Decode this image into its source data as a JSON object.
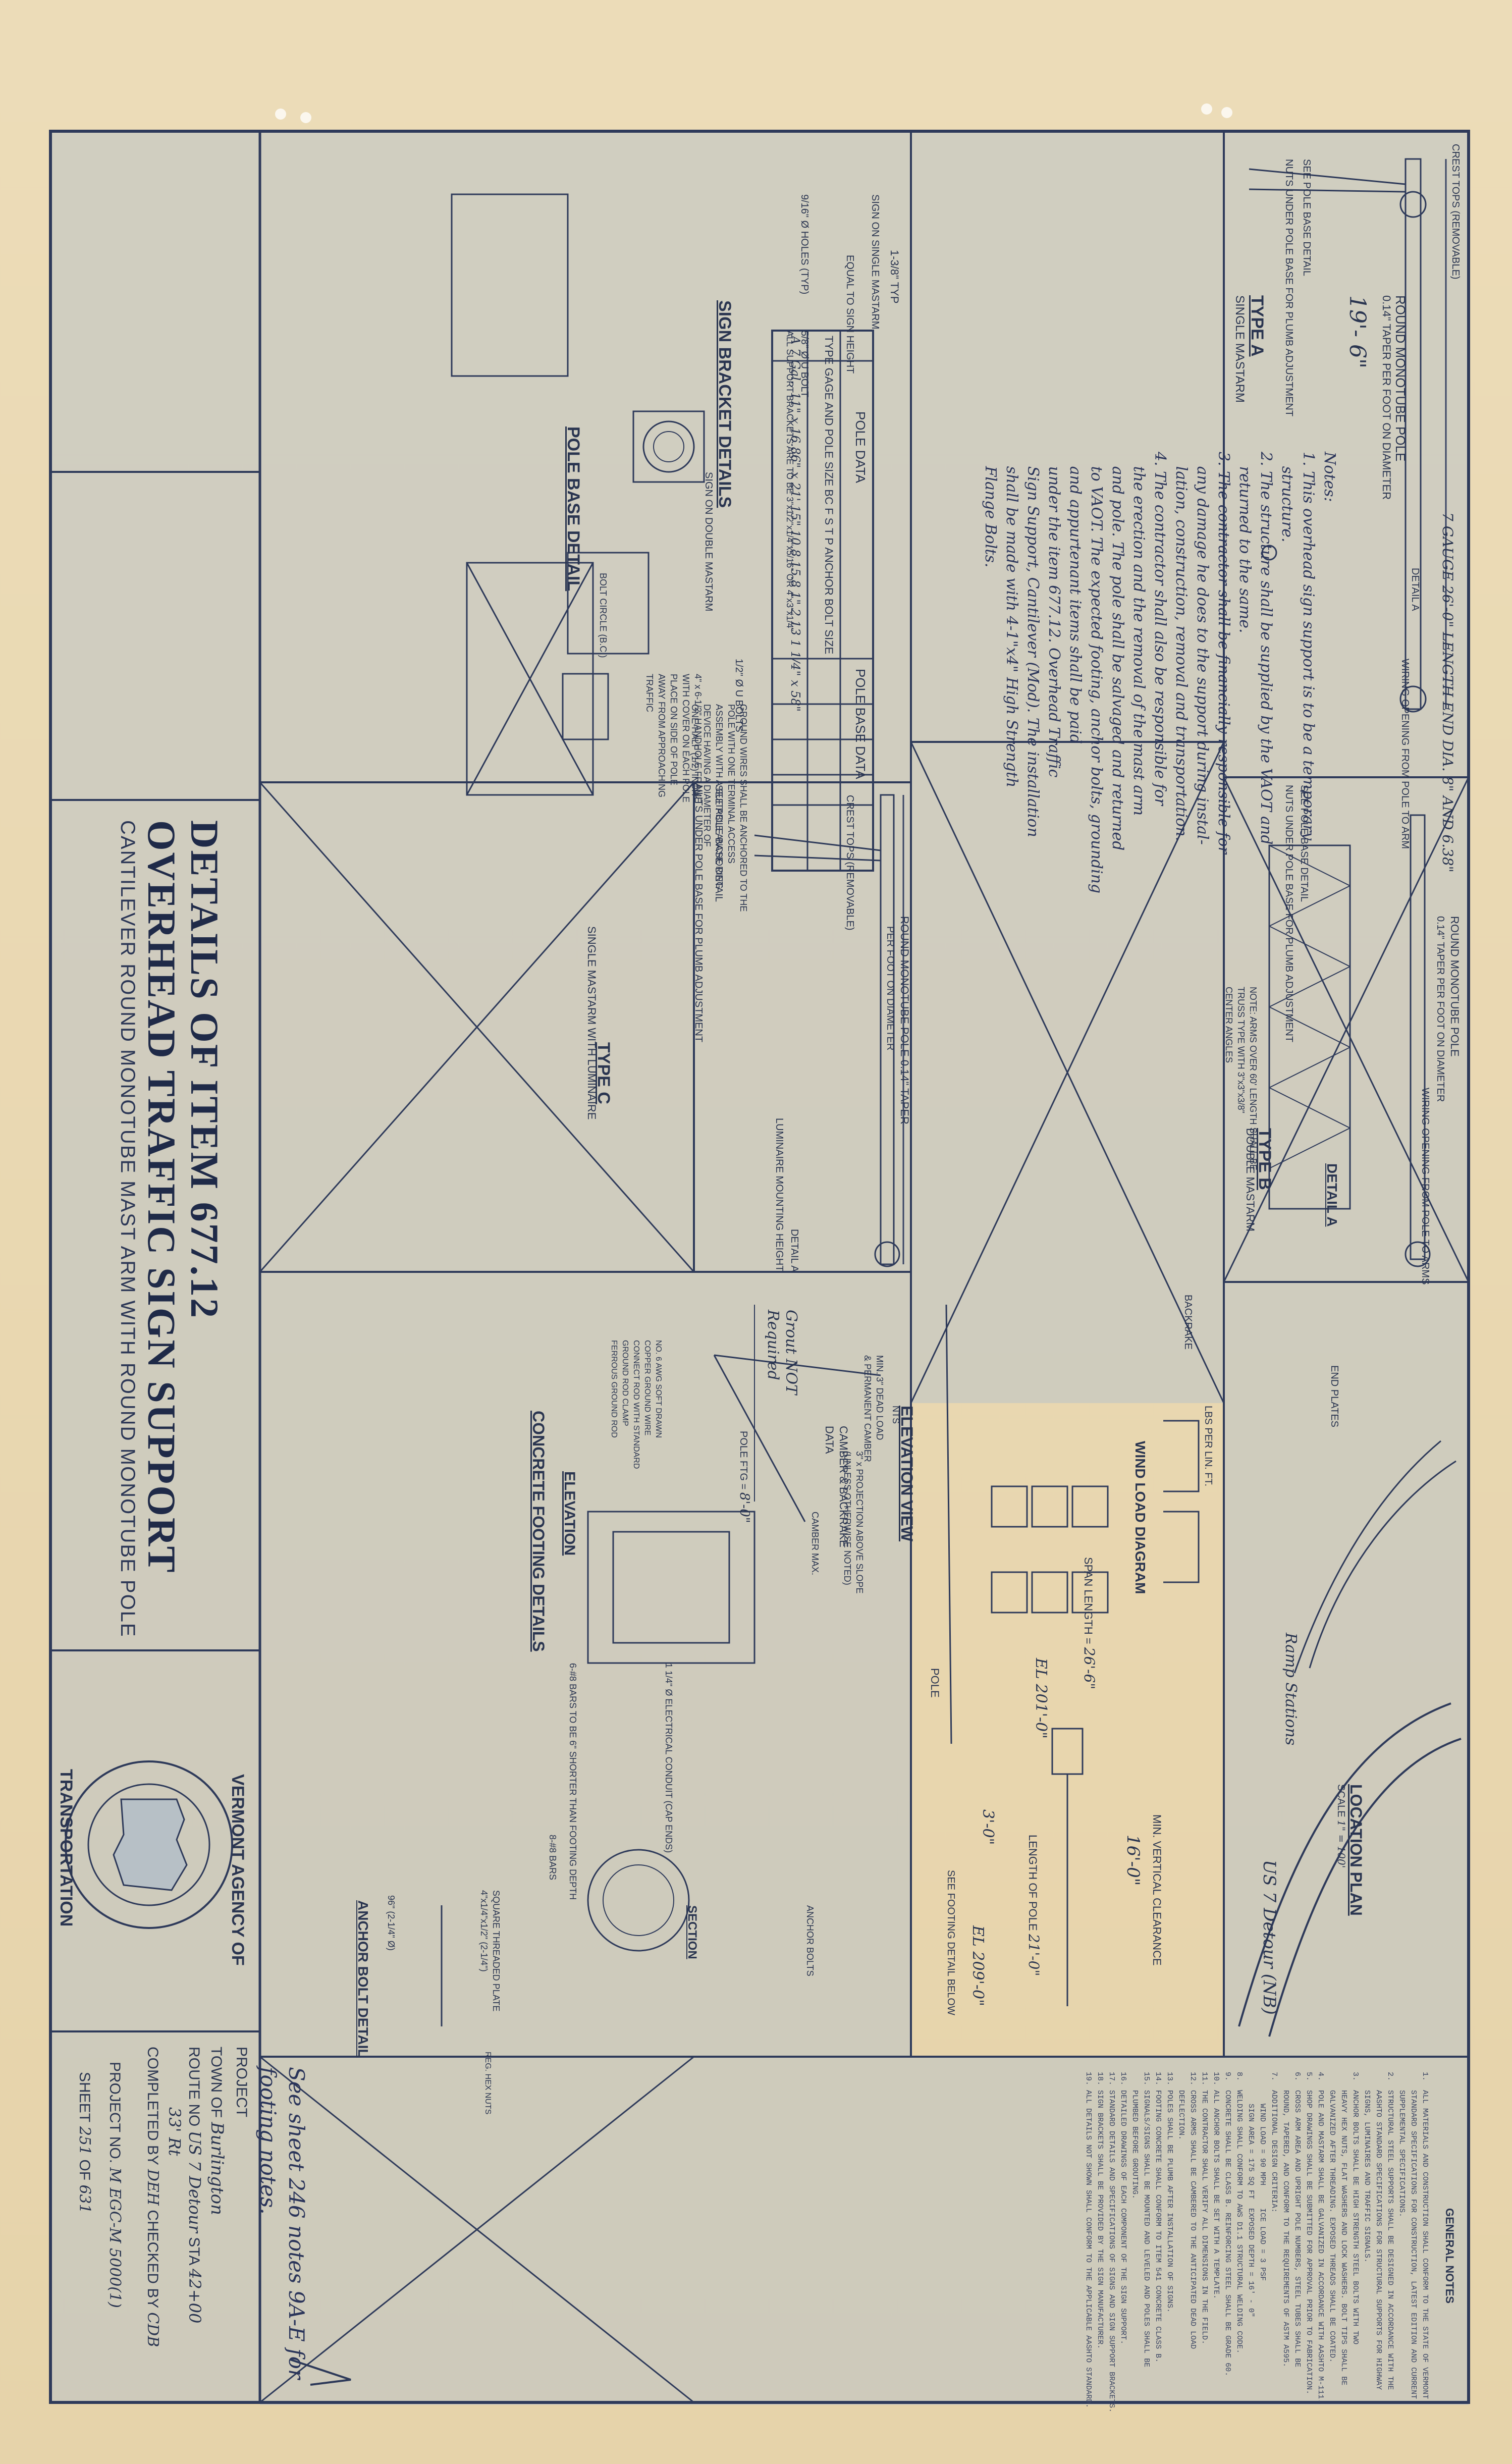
{
  "title": {
    "line1": "DETAILS OF ITEM 677.12",
    "line2": "OVERHEAD TRAFFIC SIGN SUPPORT",
    "subtitle": "CANTILEVER ROUND MONOTUBE MAST ARM WITH ROUND MONOTUBE POLE"
  },
  "seal": {
    "top": "VERMONT AGENCY OF",
    "bottom": "TRANSPORTATION"
  },
  "titleblock": {
    "project_label": "PROJECT",
    "town_label": "TOWN OF",
    "town_value": "Burlington",
    "route_label": "ROUTE NO",
    "route_value": "US 7 Detour",
    "sta_label": "STA",
    "sta_value": "42+00",
    "offset_value": "33' Rt",
    "completed_label": "COMPLETED BY",
    "completed_value": "DEH",
    "checked_label": "CHECKED BY",
    "checked_value": "CDB",
    "project_no_label": "PROJECT NO.",
    "project_no_value": "M EGC-M 5000(1)",
    "sheet_label": "SHEET",
    "sheet_value": "251",
    "sheet_of": "OF",
    "sheet_total": "631"
  },
  "type_a": {
    "mast_label": "ROUND MONOTUBE POLE",
    "taper": "0.14\" TAPER PER FOOT ON DIAMETER",
    "arm_length": "19'- 6\"",
    "crest_tops": "CREST TOPS (REMOVABLE)",
    "wiring": "WIRING OPENING FROM POLE TO ARM",
    "gauge": "7 GAUGE 26'-0\" LENGTH END DIA. 8\" AND 6.38\"",
    "detail_a": "DETAIL A",
    "see_pole": "SEE POLE BASE DETAIL",
    "nuts": "NUTS UNDER POLE BASE FOR PLUMB ADJUSTMENT",
    "heading": "TYPE A",
    "subheading": "SINGLE MASTARM"
  },
  "hand_notes": "Notes:\n1. This overhead sign support is to be a temporary\n   structure.\n2. The structure shall be supplied by the VAOT and\n   returned to the same.\n3. The contractor shall be financially responsible for\n   any damage he does to the support during instal-\n   lation, construction, removal and transportation.\n4. The contractor shall also be responsible for\n   the erection and the removal of the mast arm\n   and pole. The pole shall be salvaged and returned\n   to VAOT. The expected footing, anchor bolts, grounding\n   and appurtenant items shall be paid\n   under the item 677.12. Overhead Traffic\n   Sign Support, Cantilever (Mod). The installation\n   shall be made with 4-1\"x4\" High Strength\n   Flange Bolts.",
  "bracket": {
    "typ": "1-3/8\" TYP",
    "equal": "EQUAL TO SIGN HEIGHT",
    "single": "SIGN ON SINGLE MASTARM",
    "holes": "9/16\" Ø HOLES (TYP)",
    "ubolt": "5/8\" Ø U BOLT",
    "all": "ALL SUPPORT BRACKETS ARE TO BE 3\"x1/2\"x1/4\"x5/16\" OR 4\"x3\"x1/4\"",
    "heading": "SIGN BRACKET DETAILS",
    "double": "SIGN ON DOUBLE MASTARM",
    "half_ubolts": "1/2\" Ø U BOLTS"
  },
  "pole_data": {
    "heading": "POLE DATA",
    "base_heading": "POLE BASE DATA",
    "columns": "TYPE   GAGE AND POLE SIZE   BC   F   S   T   P   ANCHOR BOLT SIZE",
    "row_a": "A   7 Gal., 11\" x 16.86\" x 21'   15\"  10.8  15.8  1\"  2  13   1 1/4\" x 58\""
  },
  "pole_base": {
    "ground_note": "GROUND WIRES SHALL BE ANCHORED TO THE\nPOLE WITH ONE TERMINAL ACCESS\nASSEMBLY WITH A SUITABLE ANCHORING\nDEVICE HAVING A DIAMETER OF\nONE-HALF (1/2) INCH",
    "handhole": "4\" x 6-1/2\" HANDHOLE FRAME\nWITH COVER ON EACH POLE\nPLACE ON SIDE OF POLE\nAWAY FROM APPROACHING\nTRAFFIC",
    "heading": "POLE BASE DETAIL",
    "bolt_circle": "BOLT CIRCLE (B.C.)"
  },
  "type_b": {
    "mast_label": "ROUND MONOTUBE POLE",
    "taper": "0.14\" TAPER PER FOOT ON DIAMETER",
    "wiring": "WIRING OPENING FROM POLE TO ARMS",
    "see_pole": "SEE POLE BASE DETAIL",
    "nuts": "NUTS UNDER POLE BASE FOR PLUMB ADJUSTMENT",
    "heading": "TYPE B",
    "subheading": "DOUBLE MASTARM",
    "note": "NOTE: ARMS OVER 60' LENGTH SHALL BE\nTRUSS TYPE WITH 3\"x3\"x3/8\"\nCENTER ANGLES",
    "detail_a": "DETAIL A",
    "end_plates": "END PLATES"
  },
  "type_c": {
    "mast_label": "ROUND MONOTUBE POLE 0.14\" TAPER",
    "taper": "PER FOOT ON DIAMETER",
    "crest_tops": "CREST TOPS (REMOVABLE)",
    "luminaire": "LUMINAIRE MOUNTING HEIGHT",
    "detail_a": "DETAIL A",
    "see_pole": "SEE POLE BASE DETAIL",
    "nuts": "NUTS UNDER POLE BASE FOR PLUMB ADJUSTMENT",
    "heading": "TYPE C",
    "subheading": "SINGLE MASTARM WITH LUMINAIRE"
  },
  "wind": {
    "pressure": "LBS PER LIN. FT.",
    "heading": "WIND LOAD DIAGRAM",
    "backrake": "BACKRAKE"
  },
  "elevation": {
    "clearance": "MIN. VERTICAL CLEARANCE",
    "clearance_value": "16'-0\"",
    "span_label": "SPAN LENGTH =",
    "span_value": "26'-6\"",
    "el_left": "EL 201'-0\"",
    "el_right": "EL 209'-0\"",
    "pole_length_label": "LENGTH OF POLE",
    "pole_length_value": "21'-0\"",
    "offset": "3'-0\"",
    "see_footing": "SEE FOOTING DETAIL BELOW",
    "pole": "POLE",
    "heading": "ELEVATION VIEW",
    "nts": "NTS",
    "projection": "3\" x PROJECTION ABOVE SLOPE\n(UNLESS OTHERWISE NOTED)"
  },
  "camber": {
    "label": "CAMBER & BACKRAKE\nDATA",
    "note": "MIN. 3\" DEAD LOAD\n& PERMANENT CAMBER",
    "max": "CAMBER MAX."
  },
  "footing": {
    "grout": "Grout NOT\nRequired",
    "pole": "POLE",
    "ftg_label": "FTG =",
    "ftg_value": "8'-0\"",
    "copper": "NO. 6 AWG SOFT DRAWN\nCOPPER GROUND WIRE\nCONNECT ROD WITH STANDARD\nGROUND ROD CLAMP\nFERROUS GROUND ROD",
    "elevation": "ELEVATION",
    "heading": "CONCRETE FOOTING DETAILS",
    "bars": "6-#8 BARS TO BE 6\" SHORTER THAN FOOTING DEPTH",
    "conduit": "1 1/4\" Ø ELECTRICAL CONDUIT (CAP ENDS)",
    "section": "SECTION",
    "anchor_bolts": "ANCHOR BOLTS",
    "bars8": "8-#8 BARS",
    "anchor_dims": "SQUARE THREADED PLATE\n4\"x1/4\"x1/2\" (2-1/4\")",
    "anchor_detail": "ANCHOR BOLT DETAIL",
    "bolt_length": "96\" (2-1/4\" Ø)",
    "hex": "REG. HEX NUTS"
  },
  "location": {
    "heading": "LOCATION PLAN",
    "scale_label": "SCALE",
    "scale_value": "1\" = 100'",
    "ramp": "Ramp Stations",
    "detour": "US 7 Detour (NB)"
  },
  "notes": {
    "heading": "GENERAL NOTES",
    "body": "1.  ALL MATERIALS AND CONSTRUCTION SHALL CONFORM TO THE STATE OF VERMONT\n    STANDARD SPECIFICATIONS FOR CONSTRUCTION, LATEST EDITION AND CURRENT\n    SUPPLEMENTAL SPECIFICATIONS.\n2.  STRUCTURAL STEEL SUPPORTS SHALL BE DESIGNED IN ACCORDANCE WITH THE\n    AASHTO STANDARD SPECIFICATIONS FOR STRUCTURAL SUPPORTS FOR HIGHWAY\n    SIGNS, LUMINAIRES AND TRAFFIC SIGNALS.\n3.  ANCHOR BOLTS SHALL BE HIGH STRENGTH STEEL BOLTS WITH TWO\n    HEAVY HEX NUTS, FLAT WASHERS AND LOCK WASHERS. BOLT TIPS SHALL BE\n    GALVANIZED AFTER THREADING. EXPOSED THREADS SHALL BE COATED.\n4.  POLE AND MASTARM SHALL BE GALVANIZED IN ACCORDANCE WITH AASHTO M-111.\n5.  SHOP DRAWINGS SHALL BE SUBMITTED FOR APPROVAL PRIOR TO FABRICATION.\n6.  CROSS ARM AREA AND UPRIGHT POLE NUMBERS, STEEL TUBES SHALL BE\n    ROUND, TAPERED, AND CONFORM TO THE REQUIREMENTS OF ASTM A595.\n7.  ADDITIONAL DESIGN CRITERIA:\n       WIND LOAD = 90 MPH     ICE LOAD = 3 PSF\n       SIGN AREA = 175 SQ FT  EXPOSED DEPTH = 16' - 0\"\n8.  WELDING SHALL CONFORM TO AWS D1.1 STRUCTURAL WELDING CODE.\n9.  CONCRETE SHALL BE CLASS B. REINFORCING STEEL SHALL BE GRADE 60.\n10. ALL ANCHOR BOLTS SHALL BE SET WITH A TEMPLATE.\n11. THE CONTRACTOR SHALL VERIFY ALL DIMENSIONS IN THE FIELD.\n12. CROSS ARMS SHALL BE CAMBERED TO THE ANTICIPATED DEAD LOAD\n    DEFLECTION.\n13. POLES SHALL BE PLUMB AFTER INSTALLATION OF SIGNS.\n14. FOOTING CONCRETE SHALL CONFORM TO ITEM 541 CONCRETE CLASS B.\n15. SIGNALS/SIGNS SHALL BE MOUNTED AND LEVELED AND POLES SHALL BE\n    PLUMBED BEFORE GROUTING.\n16. DETAILED DRAWINGS OF EACH COMPONENT OF THE SIGN SUPPORT.\n17. STANDARD DETAILS AND SPECIFICATIONS OF SIGNS AND SIGN SUPPORT BRACKETS.\n18. SIGN BRACKETS SHALL BE PROVIDED BY THE SIGN MANUFACTURER.\n19. ALL DETAILS NOT SHOWN SHALL CONFORM TO THE APPLICABLE AASHTO STANDARD.",
    "see_sheet": "See sheet 246 notes 9A-E for\nfooting notes."
  }
}
